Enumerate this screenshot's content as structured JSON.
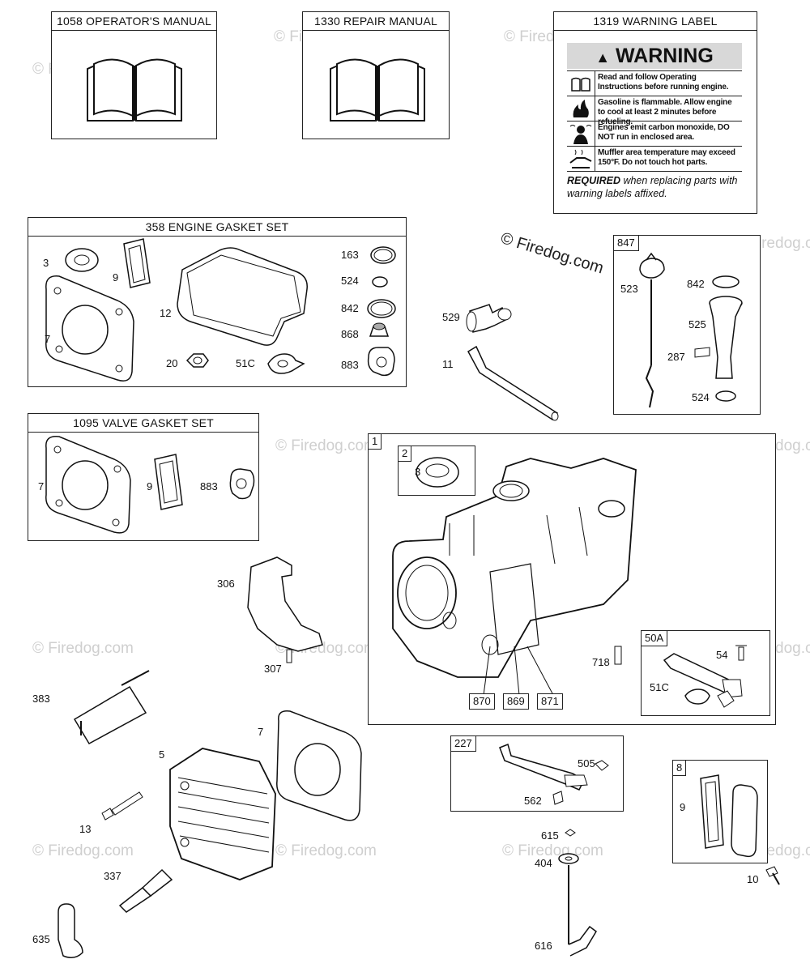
{
  "watermark": "© Firedog.com",
  "copyright": "© Firedog.com",
  "boxes": {
    "operators_manual": "1058 OPERATOR'S MANUAL",
    "repair_manual": "1330 REPAIR MANUAL",
    "warning_label": "1319 WARNING LABEL",
    "engine_gasket_set": "358 ENGINE GASKET SET",
    "valve_gasket_set": "1095 VALVE GASKET SET"
  },
  "warning_label": {
    "heading": "WARNING",
    "rows": [
      "Read and follow Operating Instructions before running engine.",
      "Gasoline is flammable. Allow engine to cool at least 2 minutes before refueling.",
      "Engines emit carbon monoxide, DO NOT run in enclosed area.",
      "Muffler area temperature may exceed 150°F. Do not touch hot parts."
    ],
    "required_bold": "REQUIRED",
    "required_rest": " when replacing parts with warning labels affixed."
  },
  "engine_gasket_labels": [
    "3",
    "9",
    "7",
    "12",
    "163",
    "524",
    "842",
    "868",
    "883",
    "20",
    "51C"
  ],
  "valve_gasket_labels": [
    "7",
    "9",
    "883"
  ],
  "dipstick_group": {
    "tag": "847",
    "labels": [
      "523",
      "842",
      "525",
      "287",
      "524"
    ]
  },
  "tube_labels": [
    "529",
    "11"
  ],
  "block_group": {
    "tag": "1",
    "subtag": "2",
    "seal": "3",
    "bottom_tags": [
      "870",
      "869",
      "871"
    ],
    "pin": "718"
  },
  "breather_group": {
    "tag": "50A",
    "labels": [
      "54",
      "51C"
    ]
  },
  "shield_labels": [
    "306",
    "307"
  ],
  "left_labels": [
    "383",
    "5",
    "13",
    "337",
    "635",
    "7"
  ],
  "linkage_group": {
    "tag": "227",
    "labels": [
      "505",
      "562"
    ]
  },
  "valve_cover_group": {
    "tag": "8",
    "labels": [
      "9",
      "10"
    ]
  },
  "dipstick2_labels": [
    "615",
    "404",
    "616"
  ]
}
